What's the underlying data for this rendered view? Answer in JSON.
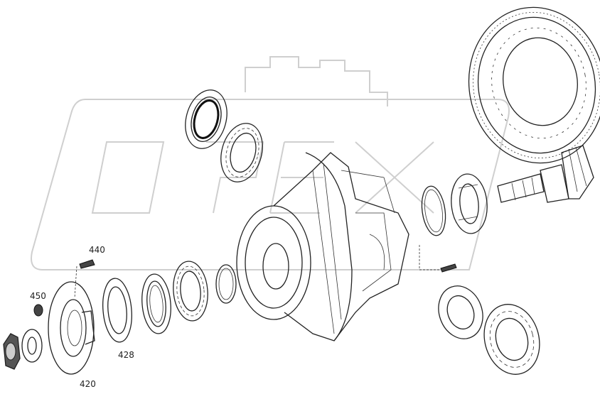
{
  "diagram": {
    "part_labels": [
      {
        "id": "440",
        "name": "bolt"
      },
      {
        "id": "450",
        "name": "nut-small"
      },
      {
        "id": "428",
        "name": "seal-ring"
      },
      {
        "id": "420",
        "name": "flange"
      }
    ],
    "watermark": "OPEX",
    "colors": {
      "line": "#222222",
      "watermark": "#cfcfcf"
    }
  }
}
